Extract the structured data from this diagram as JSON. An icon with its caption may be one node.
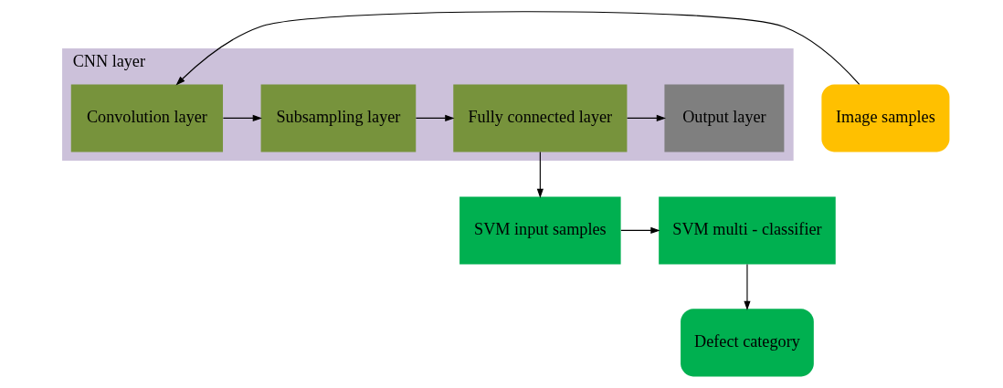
{
  "diagram": {
    "nodes": [
      {
        "text": [
          "CNN layer"
        ]
      },
      {
        "text": [
          "Convolution layer"
        ],
        "in": 0
      },
      {
        "text": [
          "Subsampling layer"
        ],
        "in": 0
      },
      {
        "text": [
          "Fully connected layer"
        ],
        "in": 0
      },
      {
        "text": [
          "Output layer"
        ],
        "in": 0
      },
      {
        "text": [
          "Image samples"
        ]
      },
      {
        "text": [
          "SVM input samples"
        ]
      },
      {
        "text": [
          "SVM multi - classifier"
        ]
      },
      {
        "text": [
          "Defect category"
        ]
      }
    ],
    "edges": [
      {
        "from": 5,
        "to": 1,
        "arrow": "to"
      },
      {
        "from": 1,
        "to": 2,
        "arrow": "to"
      },
      {
        "from": 2,
        "to": 3,
        "arrow": "to"
      },
      {
        "from": 3,
        "to": 4,
        "arrow": "to"
      },
      {
        "from": 3,
        "to": 6,
        "arrow": "to"
      },
      {
        "from": 6,
        "to": 7,
        "arrow": "to"
      },
      {
        "from": 7,
        "to": 8,
        "arrow": "to"
      }
    ]
  }
}
